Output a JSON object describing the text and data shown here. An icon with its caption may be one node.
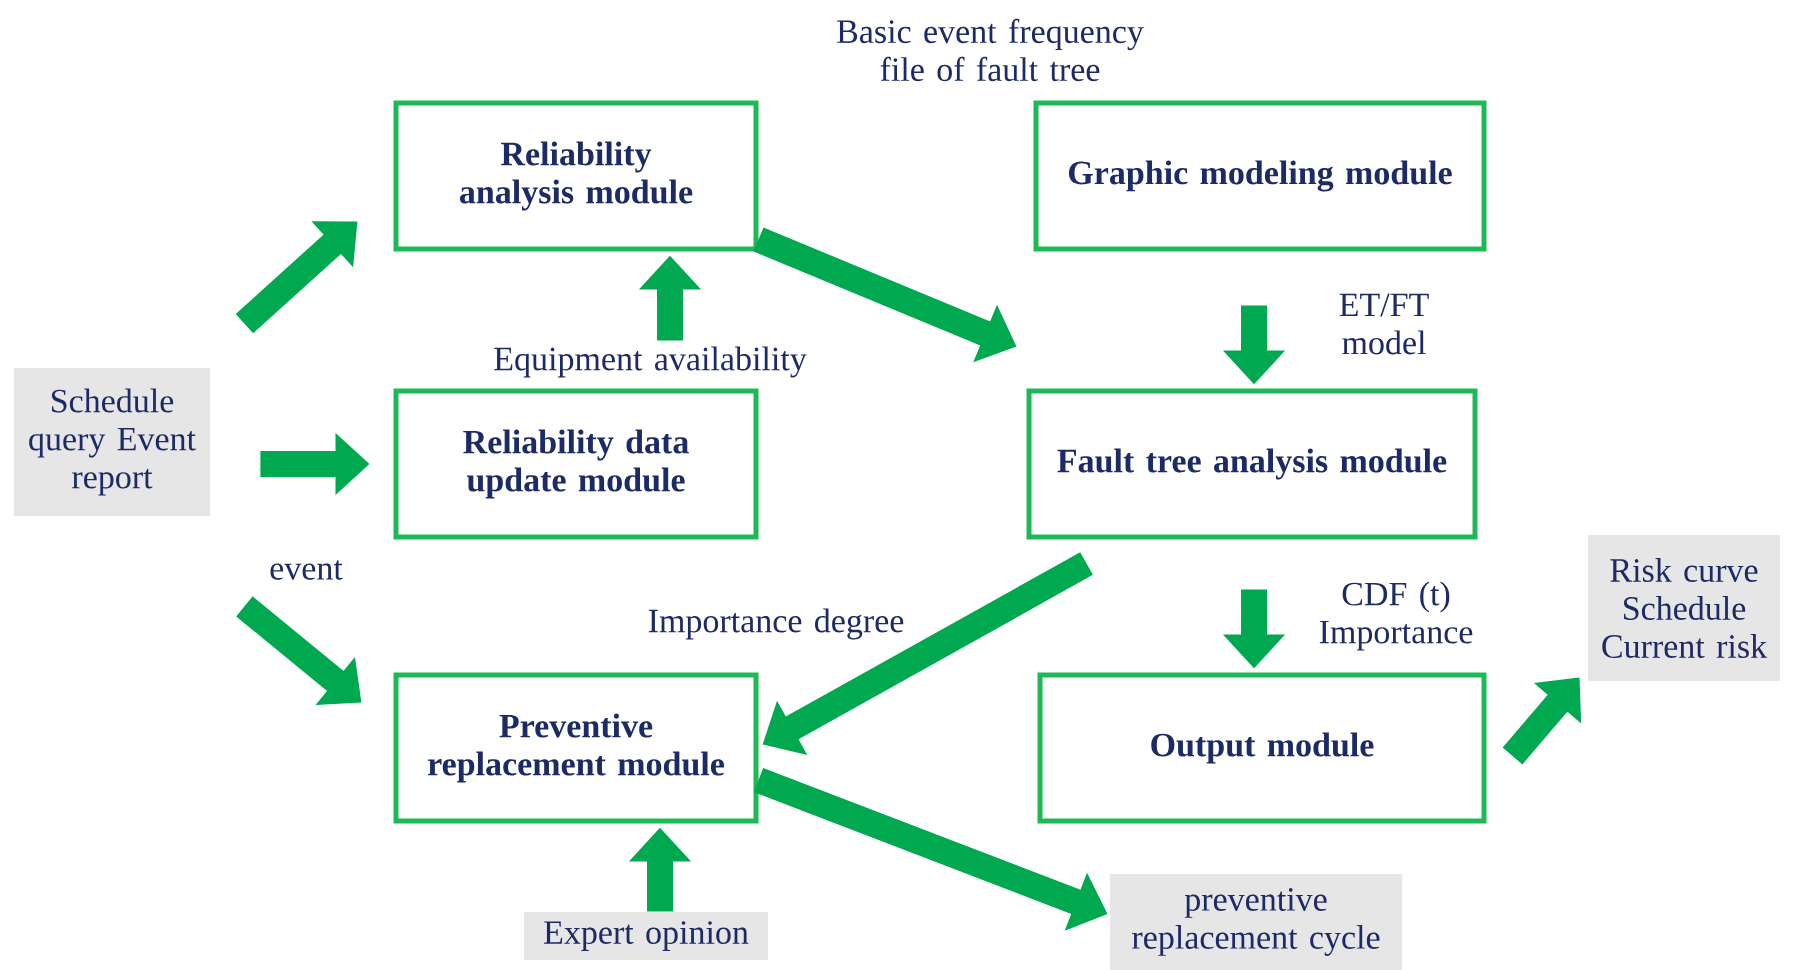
{
  "diagram": {
    "nodes": [
      {
        "text": [
          "Schedule query Event report"
        ]
      },
      {
        "text": [
          "Reliability analysis module"
        ]
      },
      {
        "text": [
          "Graphic modeling module"
        ]
      },
      {
        "text": [
          "Reliability data update module"
        ]
      },
      {
        "text": [
          "Fault tree analysis module"
        ]
      },
      {
        "text": [
          "Preventive replacement module"
        ]
      },
      {
        "text": [
          "Output module"
        ]
      },
      {
        "text": [
          "Risk curve Schedule Current risk"
        ]
      },
      {
        "text": [
          "preventive replacement cycle"
        ]
      },
      {
        "text": [
          "Expert opinion"
        ]
      }
    ],
    "edges": [
      {
        "from": 0,
        "to": 1,
        "arrow": "to"
      },
      {
        "from": 0,
        "to": 3,
        "arrow": "to"
      },
      {
        "from": 0,
        "to": 5,
        "arrow": "to",
        "label": "event"
      },
      {
        "from": 3,
        "to": 1,
        "arrow": "to",
        "label": "Equipment availability"
      },
      {
        "from": 1,
        "to": 4,
        "arrow": "to"
      },
      {
        "from": 2,
        "to": 4,
        "arrow": "to",
        "label": "ET/FT model"
      },
      {
        "from": 4,
        "to": 5,
        "arrow": "to",
        "label": "Importance degree"
      },
      {
        "from": 4,
        "to": 6,
        "arrow": "to",
        "label": "CDF (t) Importance"
      },
      {
        "from": 6,
        "to": 7,
        "arrow": "to"
      },
      {
        "from": 5,
        "to": 8,
        "arrow": "to"
      },
      {
        "from": 9,
        "to": 5,
        "arrow": "to"
      }
    ],
    "labels": [
      "Basic event frequency file of fault tree"
    ]
  }
}
